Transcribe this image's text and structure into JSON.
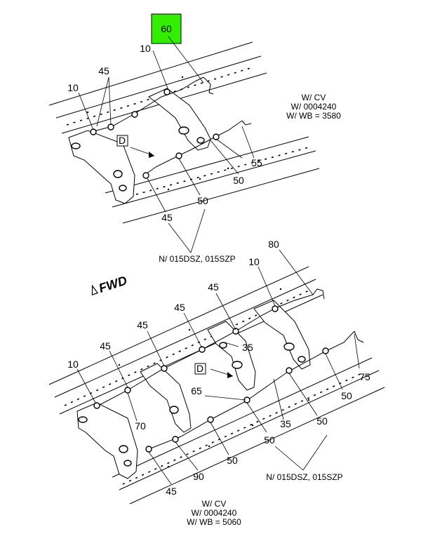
{
  "top_diagram": {
    "callouts": {
      "c60": "60",
      "c10a": "10",
      "c45a": "45",
      "c10b": "10",
      "cD": "D",
      "c55": "55",
      "c50a": "50",
      "c50b": "50",
      "c45b": "45"
    },
    "config_note": [
      "W/ CV",
      "W/ 0004240",
      "W/ WB = 3580"
    ],
    "exclusion_note": "N/ 015DSZ, 015SZP",
    "highlight_color": "#33ee00"
  },
  "fwd_label": "FWD",
  "bottom_diagram": {
    "callouts": {
      "c80": "80",
      "c10a": "10",
      "c45a": "45",
      "c45b": "45",
      "c45c": "45",
      "c45d": "45",
      "c35a": "35",
      "c10b": "10",
      "cD": "D",
      "c65": "65",
      "c70": "70",
      "c75": "75",
      "c50a": "50",
      "c50b": "50",
      "c35b": "35",
      "c50c": "50",
      "c50d": "50",
      "c90": "90",
      "c45e": "45"
    },
    "config_note": [
      "W/ CV",
      "W/ 0004240",
      "W/ WB = 5060"
    ],
    "exclusion_note": "N/ 015DSZ, 015SZP"
  }
}
